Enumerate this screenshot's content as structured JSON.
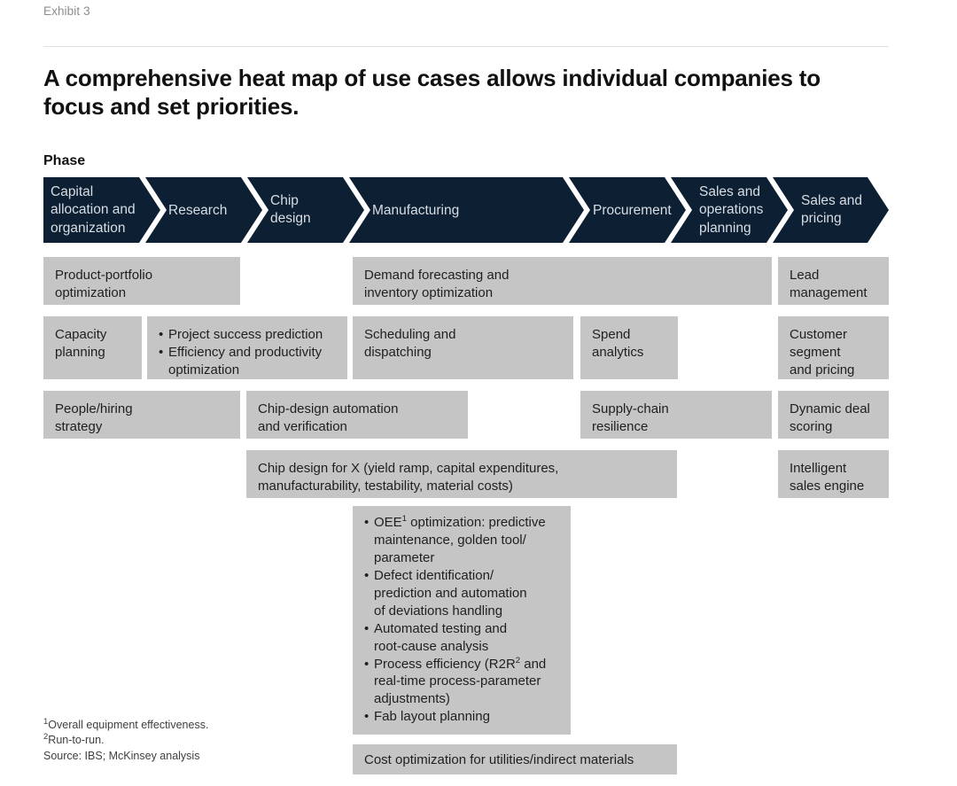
{
  "exhibit": {
    "label": "Exhibit 3"
  },
  "headline": "A comprehensive heat map of use cases allows individual companies to focus and set priorities.",
  "phase": {
    "label": "Phase",
    "segments": [
      {
        "name": "capital-allocation-and-organization",
        "label": "Capital\nallocation and\norganization"
      },
      {
        "name": "research",
        "label": "Research"
      },
      {
        "name": "chip-design",
        "label": "Chip\ndesign"
      },
      {
        "name": "manufacturing",
        "label": "Manufacturing"
      },
      {
        "name": "procurement",
        "label": "Procurement"
      },
      {
        "name": "sales-and-operations-planning",
        "label": "Sales and\noperations\nplanning"
      },
      {
        "name": "sales-and-pricing",
        "label": "Sales and\npricing"
      }
    ]
  },
  "cells": {
    "product_portfolio_optimization": "Product-portfolio\noptimization",
    "demand_forecasting": "Demand forecasting and\ninventory optimization",
    "lead_management": "Lead\nmanagement",
    "capacity_planning": "Capacity\nplanning",
    "research_bullets": [
      "Project success prediction",
      "Efficiency and productivity\noptimization"
    ],
    "scheduling_and_dispatching": "Scheduling and\ndispatching",
    "spend_analytics": "Spend\nanalytics",
    "customer_segment_and_pricing": "Customer\nsegment\nand pricing",
    "people_hiring_strategy": "People/hiring\nstrategy",
    "chip_design_automation": "Chip-design automation\nand verification",
    "supply_chain_resilience": "Supply-chain\nresilience",
    "dynamic_deal_scoring": "Dynamic deal\nscoring",
    "chip_design_for_x": "Chip design for X (yield ramp, capital expenditures,\nmanufacturability, testability, material costs)",
    "intelligent_sales_engine": "Intelligent\nsales engine",
    "manufacturing_bullets": [
      {
        "pre": "OEE",
        "sup": "1",
        "post": " optimization: predictive\nmaintenance, golden tool/\nparameter"
      },
      {
        "pre": "Defect identification/\nprediction and automation\nof deviations handling",
        "sup": "",
        "post": ""
      },
      {
        "pre": "Automated testing and\nroot-cause analysis",
        "sup": "",
        "post": ""
      },
      {
        "pre": "Process efficiency (R2R",
        "sup": "2",
        "post": " and\nreal-time process-parameter\nadjustments)"
      },
      {
        "pre": "Fab layout planning",
        "sup": "",
        "post": ""
      }
    ],
    "cost_optimization": "Cost optimization for utilities/indirect materials"
  },
  "footnotes": {
    "note1_sup": "1",
    "note1": "Overall equipment effectiveness.",
    "note2_sup": "2",
    "note2": "Run-to-run.",
    "source": "Source: IBS; McKinsey analysis"
  },
  "colors": {
    "phase_bar": "#0d1f32",
    "phase_text": "#d7dde4",
    "cell_fill": "#c5c5c5",
    "rule": "#e0e0e0",
    "exhibit_label": "#8c8c8c"
  }
}
